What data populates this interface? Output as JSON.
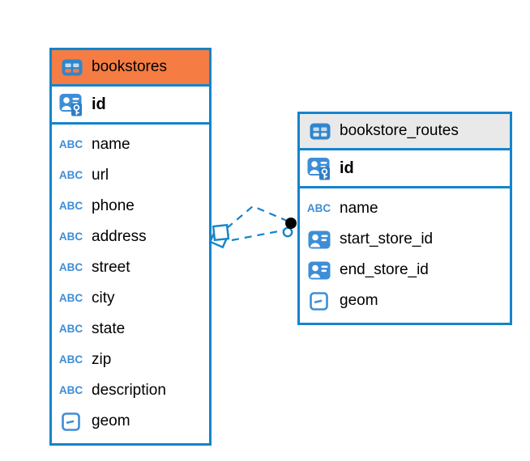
{
  "colors": {
    "table_border_blue": "#1484CB",
    "icon_blue": "#3E8ED6",
    "key_patch_blue": "#2E7FC6",
    "header_orange": "#F57C42",
    "header_gray": "#E9E9E9",
    "relation_line_blue": "#1484CB",
    "text_black": "#000000"
  },
  "icon_labels": {
    "text_type": "ABC"
  },
  "tables": [
    {
      "title": "bookstores",
      "header_color": "orange",
      "primary_keys": [
        {
          "name": "id",
          "icon": "pk-user-key"
        }
      ],
      "columns": [
        {
          "name": "name",
          "icon": "text"
        },
        {
          "name": "url",
          "icon": "text"
        },
        {
          "name": "phone",
          "icon": "text"
        },
        {
          "name": "address",
          "icon": "text"
        },
        {
          "name": "street",
          "icon": "text"
        },
        {
          "name": "city",
          "icon": "text"
        },
        {
          "name": "state",
          "icon": "text"
        },
        {
          "name": "zip",
          "icon": "text"
        },
        {
          "name": "description",
          "icon": "text"
        },
        {
          "name": "geom",
          "icon": "geometry"
        }
      ]
    },
    {
      "title": "bookstore_routes",
      "header_color": "gray",
      "primary_keys": [
        {
          "name": "id",
          "icon": "pk-user-key"
        }
      ],
      "columns": [
        {
          "name": "name",
          "icon": "text"
        },
        {
          "name": "start_store_id",
          "icon": "fk-user"
        },
        {
          "name": "end_store_id",
          "icon": "fk-user"
        },
        {
          "name": "geom",
          "icon": "geometry"
        }
      ]
    }
  ],
  "relationship": {
    "from_table": "bookstores",
    "to_table": "bookstore_routes",
    "line_count": 2,
    "line_style": "dashed",
    "from_marker": "double-diamond",
    "to_marker": "filled-dot-with-ring"
  }
}
